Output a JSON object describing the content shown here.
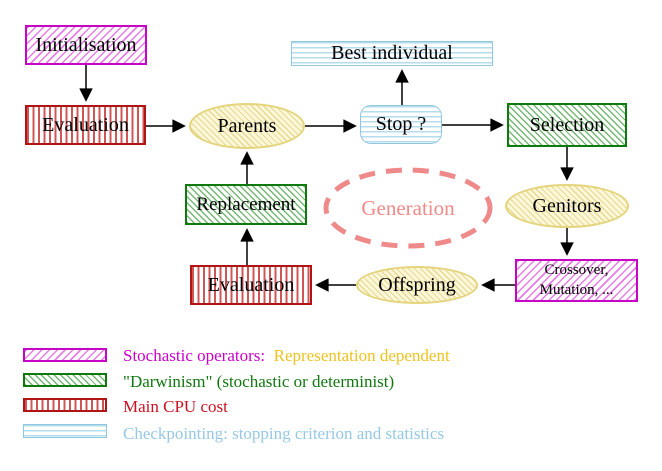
{
  "nodes": {
    "initialisation": {
      "label": "Initialisation"
    },
    "evaluation_top": {
      "label": "Evaluation"
    },
    "parents": {
      "label": "Parents"
    },
    "best_individual": {
      "label": "Best individual"
    },
    "stop": {
      "label": "Stop ?"
    },
    "selection": {
      "label": "Selection"
    },
    "replacement": {
      "label": "Replacement"
    },
    "generation": {
      "label": "Generation"
    },
    "genitors": {
      "label": "Genitors"
    },
    "evaluation_bottom": {
      "label": "Evaluation"
    },
    "offspring": {
      "label": "Offspring"
    },
    "crossover": {
      "line1": "Crossover,",
      "line2": "Mutation, ..."
    }
  },
  "legend": {
    "rows": [
      {
        "key": "stochastic-operators",
        "text": "Stochastic operators:",
        "text2": "Representation dependent"
      },
      {
        "key": "darwinism",
        "text": "\"Darwinism\" (stochastic or determinist)"
      },
      {
        "key": "main-cpu-cost",
        "text": "Main CPU cost"
      },
      {
        "key": "checkpointing",
        "text": "Checkpointing: stopping criterion and statistics"
      }
    ]
  },
  "colors": {
    "magenta": "#c504c5",
    "green": "#0e7a0e",
    "red": "#b01414",
    "cyan_border": "#8ec7e0",
    "yellow_border": "#e4d47c",
    "yellow_fill": "#fcf7d9",
    "salmon": "#ef8a8a",
    "legend_magenta_text": "#cc00cc",
    "legend_yellow_text": "#eec31e",
    "legend_green_text": "#117711",
    "legend_red_text": "#cc1122",
    "legend_cyan_text": "#96c8e6",
    "arrow": "#000000"
  }
}
